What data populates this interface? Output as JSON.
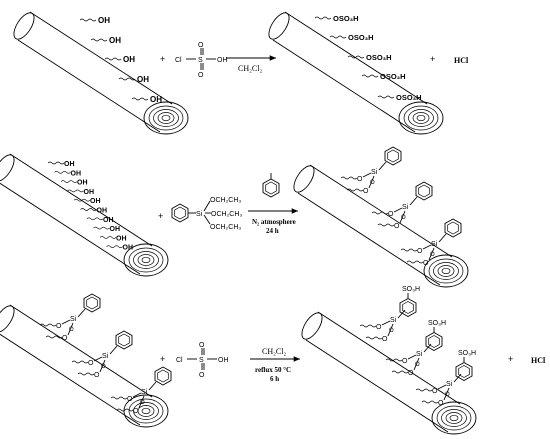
{
  "rows": [
    {
      "name": "row1-chlorosulfonation",
      "cylinder1_groups": [
        "OH",
        "OH",
        "OH",
        "OH",
        "OH"
      ],
      "reagent": {
        "cl": "Cl",
        "s": "S",
        "o_top": "O",
        "o_bottom": "O",
        "oh": "OH"
      },
      "plus1": "+",
      "arrow_above": "CH₂Cl₂",
      "arrow_below": "",
      "product_groups": [
        "OSO₃H",
        "OSO₃H",
        "OSO₃H",
        "OSO₃H",
        "OSO₃H"
      ],
      "plus2": "+",
      "byproduct": "HCl"
    },
    {
      "name": "row2-silylation",
      "cylinder1_groups": [
        "OH",
        "OH",
        "OH",
        "OH",
        "OH",
        "OH",
        "OH",
        "OH",
        "OH",
        "OH"
      ],
      "plus1": "+",
      "silane": {
        "si": "Si",
        "groups": [
          "OCH₂CH₃",
          "OCH₂CH₃",
          "OCH₂CH₃"
        ]
      },
      "arrow_above": "toluene",
      "arrow_below": [
        "N₂ atmosphere",
        "24 h"
      ],
      "product_atoms": {
        "o": "O",
        "si": "Si"
      }
    },
    {
      "name": "row3-sulfonation",
      "start_atoms": {
        "o": "O",
        "si": "Si"
      },
      "plus1": "+",
      "reagent": {
        "cl": "Cl",
        "s": "S",
        "o_top": "O",
        "o_bottom": "O",
        "oh": "OH"
      },
      "arrow_above": "CH₂Cl₂",
      "arrow_below": [
        "reflux 50 °C",
        "6 h"
      ],
      "product_atoms": {
        "o": "O",
        "si": "Si",
        "so3h": "SO₃H"
      },
      "plus2": "+",
      "byproduct": "HCl"
    }
  ]
}
